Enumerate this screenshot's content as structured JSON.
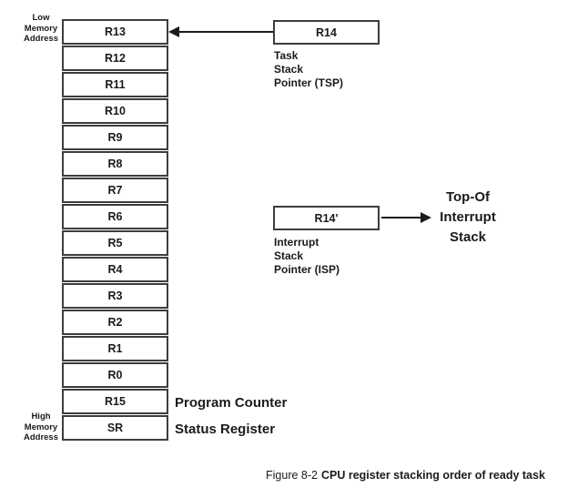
{
  "colors": {
    "background": "#ffffff",
    "border": "#3d3d3d",
    "text": "#1b1b1b"
  },
  "memory_labels": {
    "low": "Low\nMemory\nAddress",
    "high": "High\nMemory\nAddress"
  },
  "stack": {
    "registers": [
      "R13",
      "R12",
      "R11",
      "R10",
      "R9",
      "R8",
      "R7",
      "R6",
      "R5",
      "R4",
      "R3",
      "R2",
      "R1",
      "R0",
      "R15",
      "SR"
    ]
  },
  "register_annotations": {
    "r15": "Program Counter",
    "sr": "Status Register"
  },
  "task_stack_pointer": {
    "box_label": "R14",
    "caption": "Task\nStack\nPointer (TSP)"
  },
  "interrupt_stack_pointer": {
    "box_label": "R14'",
    "caption": "Interrupt\nStack\nPointer (ISP)",
    "target": "Top-Of\nInterrupt\nStack"
  },
  "figure_caption": {
    "prefix": "Figure 8-2",
    "title": "CPU register stacking order of ready task"
  }
}
